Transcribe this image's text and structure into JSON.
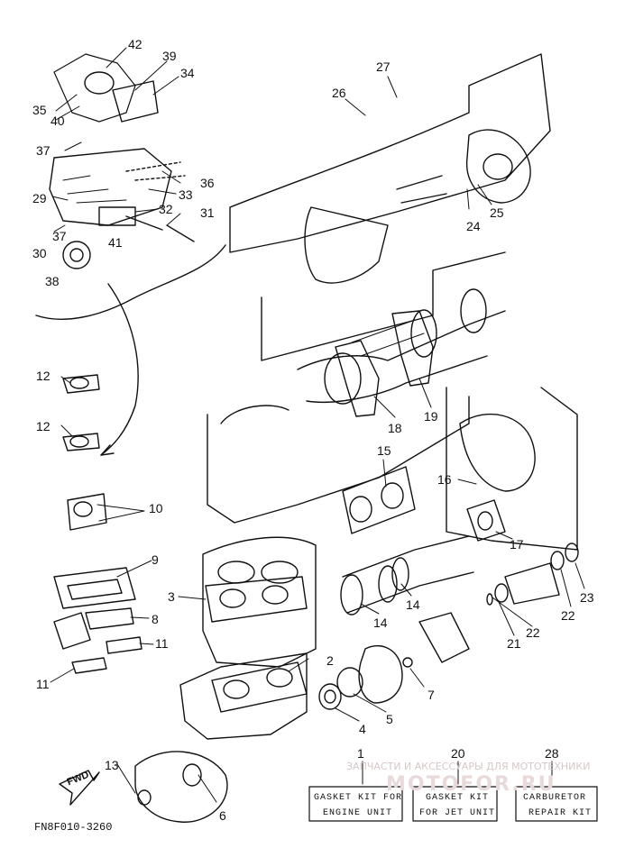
{
  "diagram": {
    "reference_code": "FN8F010-3260",
    "direction_label": "FWD",
    "part_numbers": [
      "42",
      "39",
      "34",
      "35",
      "40",
      "37",
      "36",
      "33",
      "29",
      "32",
      "31",
      "37",
      "30",
      "41",
      "38",
      "27",
      "26",
      "24",
      "25",
      "12",
      "12",
      "10",
      "18",
      "19",
      "15",
      "16",
      "17",
      "9",
      "3",
      "8",
      "11",
      "11",
      "14",
      "14",
      "22",
      "23",
      "22",
      "21",
      "2",
      "7",
      "4",
      "5",
      "13",
      "6",
      "1",
      "20",
      "28"
    ],
    "kits": [
      {
        "number": "1",
        "line1": "GASKET KIT FOR",
        "line2": "ENGINE UNIT"
      },
      {
        "number": "20",
        "line1": "GASKET KIT",
        "line2": "FOR JET UNIT"
      },
      {
        "number": "28",
        "line1": "CARBURETOR",
        "line2": "REPAIR KIT"
      }
    ]
  },
  "watermark": {
    "caption": "ЗАПЧАСТИ И АКСЕССУАРЫ ДЛЯ МОТОТЕХНИКИ",
    "brand": "MOTOFOR.RU"
  }
}
